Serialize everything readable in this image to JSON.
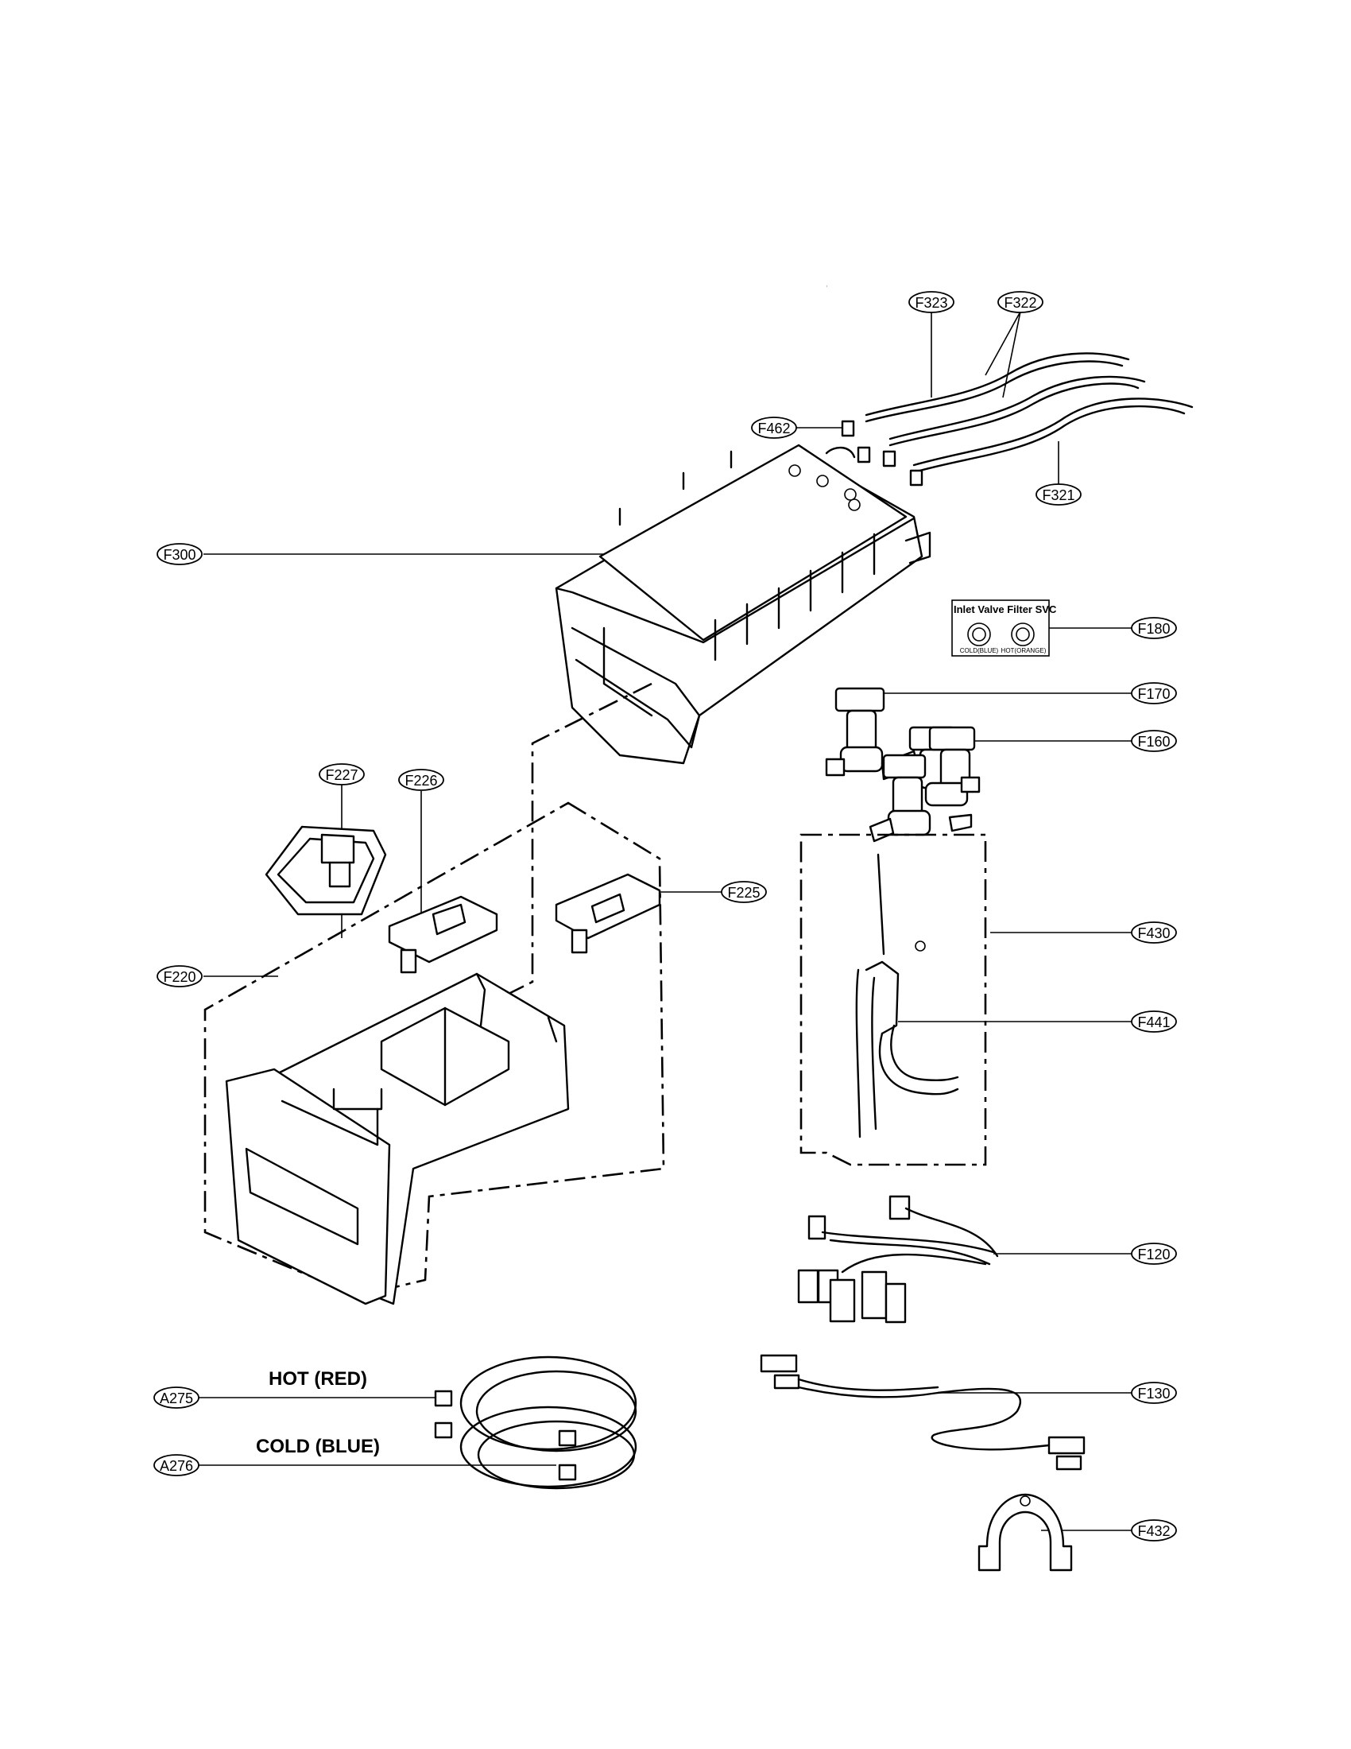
{
  "callouts": [
    {
      "id": "F323",
      "label": "F323"
    },
    {
      "id": "F322",
      "label": "F322"
    },
    {
      "id": "F462",
      "label": "F462"
    },
    {
      "id": "F321",
      "label": "F321"
    },
    {
      "id": "F300",
      "label": "F300"
    },
    {
      "id": "F180",
      "label": "F180"
    },
    {
      "id": "F170",
      "label": "F170"
    },
    {
      "id": "F160",
      "label": "F160"
    },
    {
      "id": "F227",
      "label": "F227"
    },
    {
      "id": "F226",
      "label": "F226"
    },
    {
      "id": "F225",
      "label": "F225"
    },
    {
      "id": "F430",
      "label": "F430"
    },
    {
      "id": "F220",
      "label": "F220"
    },
    {
      "id": "F441",
      "label": "F441"
    },
    {
      "id": "F120",
      "label": "F120"
    },
    {
      "id": "A275",
      "label": "A275"
    },
    {
      "id": "F130",
      "label": "F130"
    },
    {
      "id": "A276",
      "label": "A276"
    },
    {
      "id": "F432",
      "label": "F432"
    }
  ],
  "labels": {
    "hot": "HOT (RED)",
    "cold": "COLD (BLUE)"
  },
  "filter_box": {
    "title": "Inlet Valve Filter SVC",
    "left_caption": "COLD(BLUE)",
    "right_caption": "HOT(ORANGE)"
  }
}
